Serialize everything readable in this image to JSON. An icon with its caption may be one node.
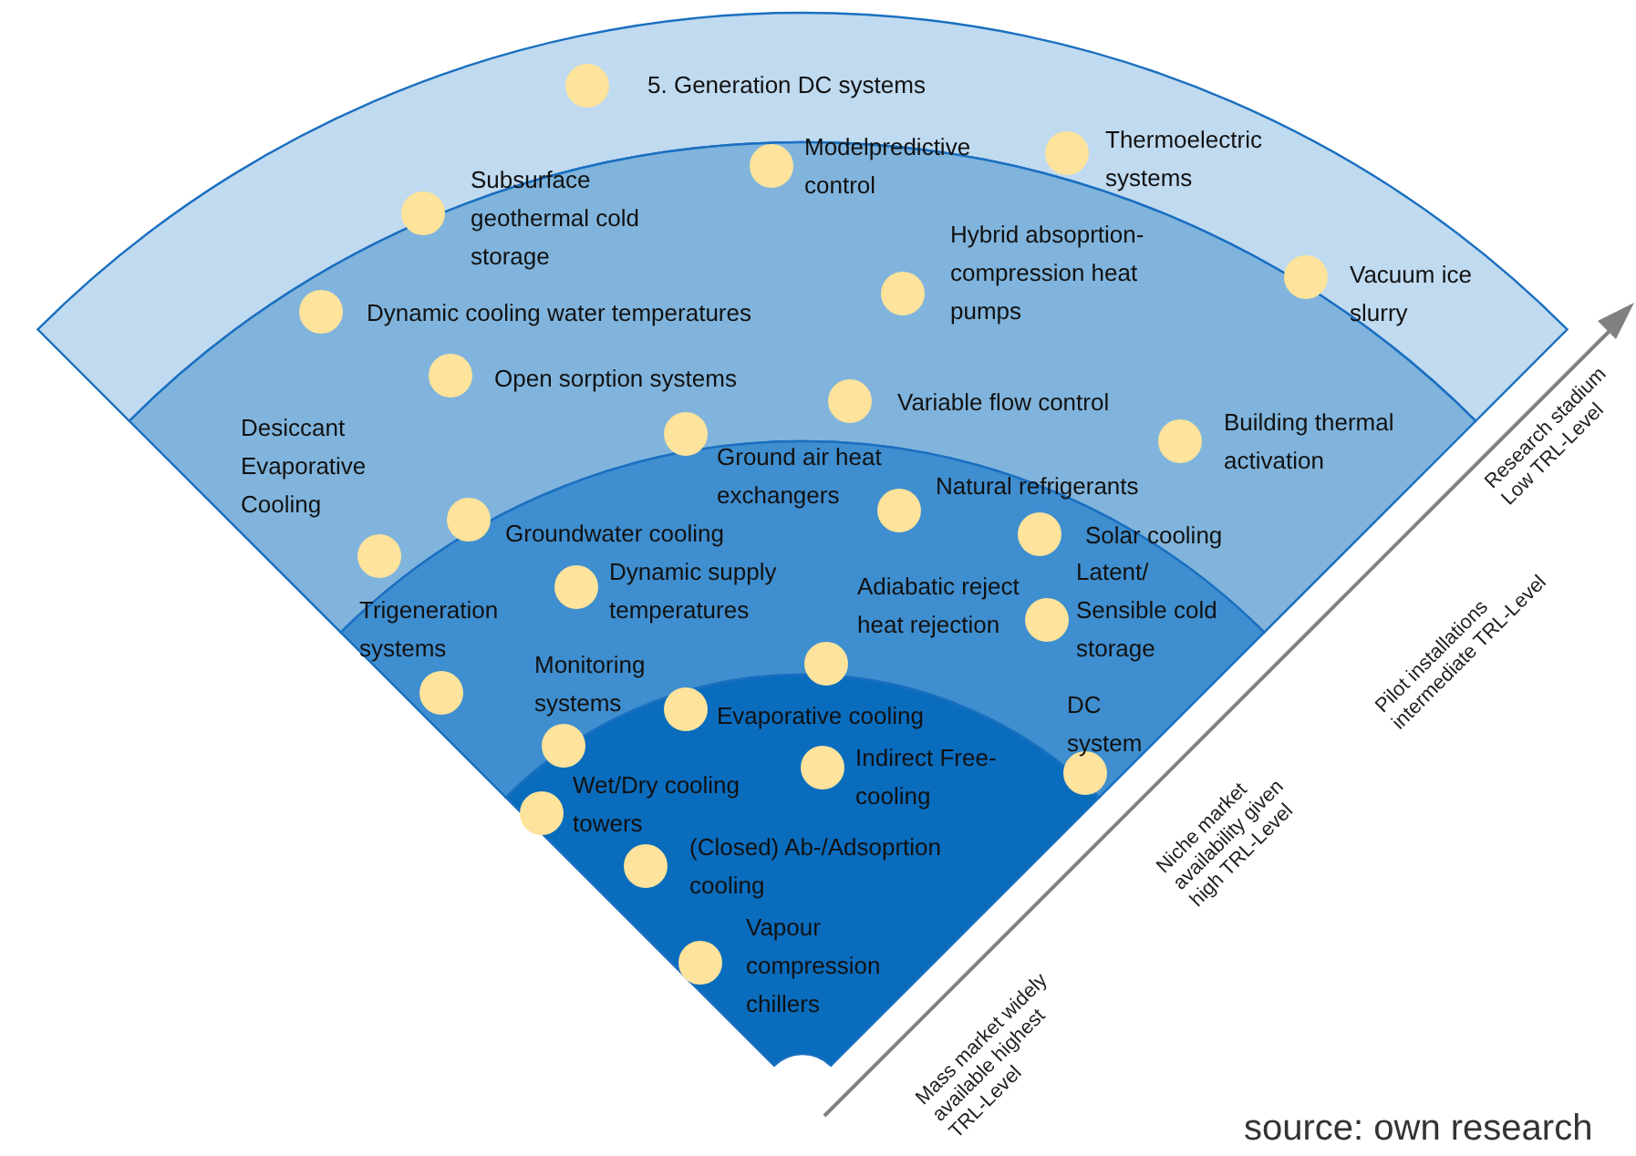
{
  "diagram": {
    "caption": "source: own research",
    "nodes": [
      {
        "text": [
          "5. Generation DC systems"
        ]
      },
      {
        "text": [
          "Thermoelectric systems"
        ]
      },
      {
        "text": [
          "Subsurface geothermal cold storage"
        ]
      },
      {
        "text": [
          "Modelpredictive control"
        ]
      },
      {
        "text": [
          "Hybrid absoprtion-compression heat pumps"
        ]
      },
      {
        "text": [
          "Vacuum ice slurry"
        ]
      },
      {
        "text": [
          "Dynamic cooling water temperatures"
        ]
      },
      {
        "text": [
          "Open sorption systems"
        ]
      },
      {
        "text": [
          "Variable flow control"
        ]
      },
      {
        "text": [
          "Building thermal activation"
        ]
      },
      {
        "text": [
          "Desiccant Evaporative Cooling"
        ]
      },
      {
        "text": [
          "Ground air heat exchangers"
        ]
      },
      {
        "text": [
          "Natural refrigerants"
        ]
      },
      {
        "text": [
          "Groundwater cooling"
        ]
      },
      {
        "text": [
          "Solar cooling"
        ]
      },
      {
        "text": [
          "Trigeneration systems"
        ]
      },
      {
        "text": [
          "Dynamic supply temperatures"
        ]
      },
      {
        "text": [
          "Adiabatic reject heat rejection"
        ]
      },
      {
        "text": [
          "Latent/ Sensible cold storage"
        ]
      },
      {
        "text": [
          "Monitoring systems"
        ]
      },
      {
        "text": [
          "Evaporative cooling"
        ]
      },
      {
        "text": [
          "DC system"
        ]
      },
      {
        "text": [
          "Indirect Free-cooling"
        ]
      },
      {
        "text": [
          "Wet/Dry cooling towers"
        ]
      },
      {
        "text": [
          "(Closed) Ab-/Adsoprtion cooling"
        ]
      },
      {
        "text": [
          "Vapour compression chillers"
        ]
      }
    ],
    "labels": [
      "Research stadium Low TRL-Level",
      "Pilot installations intermediate TRL-Level",
      "Niche market availability given high TRL-Level",
      "Mass market widely available highest TRL-Level"
    ]
  }
}
